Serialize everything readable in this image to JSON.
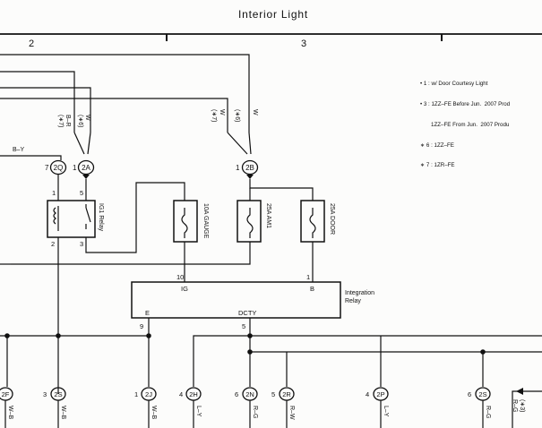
{
  "title": "Interior Light",
  "columns": [
    "2",
    "3"
  ],
  "notes": [
    "• 1 : w/ Door Courtesy Light",
    "• 3 : 1ZZ–FE Before Jun.  2007 Prod",
    "       1ZZ–FE From Jun.  2007 Produ",
    "∗ 6 : 1ZZ–FE",
    "∗ 7 : 1ZR–FE"
  ],
  "wires": {
    "br": "B–R",
    "w": "W",
    "by": "B–Y",
    "n7": "(∗7)",
    "n6": "(∗6)",
    "n7b": "(∗7)",
    "n6b": "(∗6)",
    "w2": "W",
    "w3": "W"
  },
  "connectors": {
    "c2q": "2Q",
    "c2a": "2A",
    "c2b": "2B",
    "p2q": "7",
    "p2a": "1",
    "p2b": "1"
  },
  "relay": {
    "label": "IG1 Relay",
    "pin1": "1",
    "pin5": "5",
    "pin2": "2",
    "pin3": "3"
  },
  "fuses": [
    {
      "label": "10A GAUGE"
    },
    {
      "label": "25A AM1"
    },
    {
      "label": "25A DOOR"
    }
  ],
  "integration": {
    "label1": "Integration",
    "label2": "Relay",
    "ig": "IG",
    "b": "B",
    "e": "E",
    "dcty": "DCTY",
    "pin10": "10",
    "pin1": "1",
    "pin9": "9",
    "pin5": "5"
  },
  "bottom": [
    {
      "pin": "",
      "id": "2F",
      "wire": "W–B"
    },
    {
      "pin": "3",
      "id": "2S",
      "wire": "W–B"
    },
    {
      "pin": "1",
      "id": "2J",
      "wire": "W–B"
    },
    {
      "pin": "4",
      "id": "2H",
      "wire": "L–Y"
    },
    {
      "pin": "6",
      "id": "2N",
      "wire": "R–G"
    },
    {
      "pin": "5",
      "id": "2R",
      "wire": "R–W"
    },
    {
      "pin": "4",
      "id": "2P",
      "wire": "L–Y"
    },
    {
      "pin": "6",
      "id": "2S",
      "wire": "R–G"
    }
  ],
  "extra": {
    "wire": "R–G",
    "note": "(∗3)"
  }
}
